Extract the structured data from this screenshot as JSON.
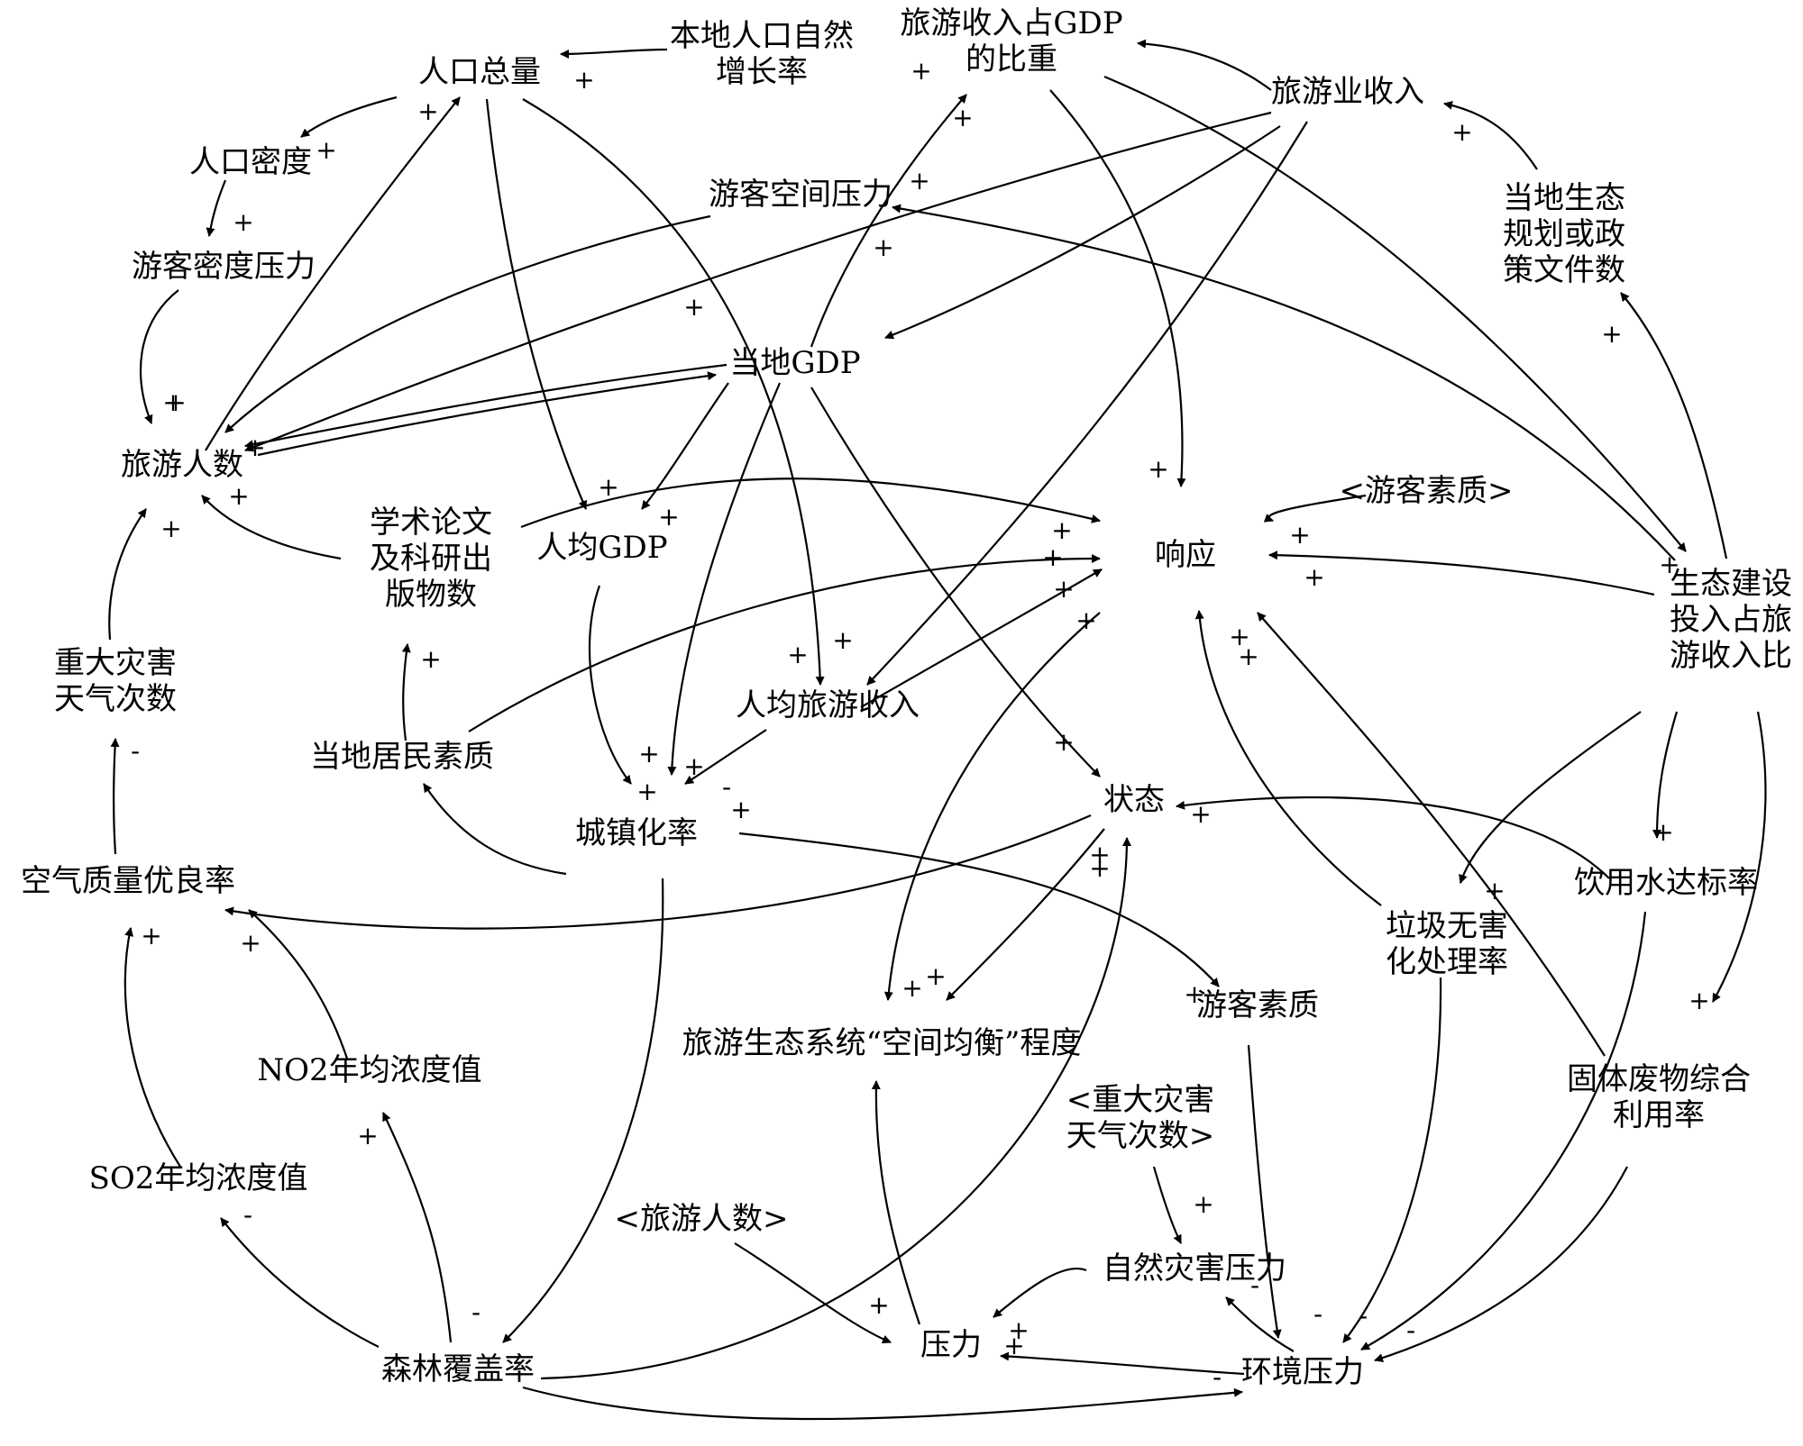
{
  "nodes": {
    "rkzl": [
      "人口总量"
    ],
    "bdrk": [
      "本地人口自然",
      "增长率"
    ],
    "lysrzb": [
      "旅游收入占GDP",
      "的比重"
    ],
    "lyysr": [
      "旅游业收入"
    ],
    "rkmd": [
      "人口密度"
    ],
    "ykmdyl": [
      "游客密度压力"
    ],
    "ykkjyl": [
      "游客空间压力"
    ],
    "ddstgh": [
      "当地生态",
      "规划或政",
      "策文件数"
    ],
    "ddgdp": [
      "当地GDP"
    ],
    "lyrs": [
      "旅游人数"
    ],
    "xsly": [
      "学术论文",
      "及科研出",
      "版物数"
    ],
    "rjgdp": [
      "人均GDP"
    ],
    "xiangying": [
      "响应"
    ],
    "ykszref": [
      "<游客素质>"
    ],
    "stjs": [
      "生态建设",
      "投入占旅",
      "游收入比"
    ],
    "zdzh": [
      "重大灾害",
      "天气次数"
    ],
    "rjlysr": [
      "人均旅游收入"
    ],
    "ddjmsz": [
      "当地居民素质"
    ],
    "czhl": [
      "城镇化率"
    ],
    "zhuangtai": [
      "状态"
    ],
    "kqzl": [
      "空气质量优良率"
    ],
    "ljwh": [
      "垃圾无害",
      "化处理率"
    ],
    "yysdb": [
      "饮用水达标率"
    ],
    "lyjh": [
      "旅游生态系统“空间均衡”程度"
    ],
    "yksz": [
      "游客素质"
    ],
    "no2": [
      "NO2年均浓度值"
    ],
    "zdzhref": [
      "<重大灾害",
      "天气次数>"
    ],
    "gtfw": [
      "固体废物综合",
      "利用率"
    ],
    "so2": [
      "SO2年均浓度值"
    ],
    "lyrsref": [
      "<旅游人数>"
    ],
    "zrzh": [
      "自然灾害压力"
    ],
    "slfgl": [
      "森林覆盖率"
    ],
    "yali": [
      "压力"
    ],
    "hjyl": [
      "环境压力"
    ]
  },
  "signs": [
    "+",
    "+",
    "+",
    "+",
    "+",
    "+",
    "+",
    "+",
    "+",
    "+",
    "+",
    "+",
    "+",
    "+",
    "+",
    "+",
    "+",
    "+",
    "+",
    "+",
    "+",
    "+",
    "+",
    "+",
    "+",
    "+",
    "+",
    "+",
    "+",
    "+",
    "+",
    "+",
    "+",
    "+",
    "+",
    "+",
    "+",
    "-",
    "+",
    "+",
    "+",
    "+",
    "+",
    "+",
    "+",
    "+",
    "-",
    "+",
    "+",
    "+",
    "-",
    "-",
    "+",
    "+",
    "+",
    "+",
    "-",
    "-",
    "-",
    "-",
    "-"
  ]
}
